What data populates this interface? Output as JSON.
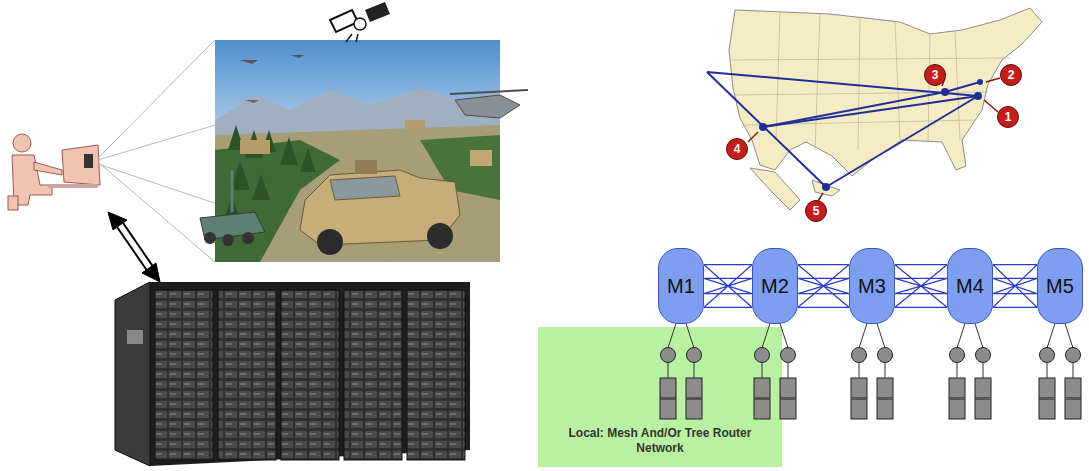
{
  "diagram": {
    "nodes": [
      {
        "text": [
          "3"
        ]
      },
      {
        "text": [
          "2"
        ]
      },
      {
        "text": [
          "1"
        ]
      },
      {
        "text": [
          "4"
        ]
      },
      {
        "text": [
          "5"
        ]
      },
      {
        "text": [
          "M1"
        ]
      },
      {
        "text": [
          "M2"
        ]
      },
      {
        "text": [
          "M3"
        ]
      },
      {
        "text": [
          "M4"
        ]
      },
      {
        "text": [
          "M5"
        ]
      },
      {
        "text": [
          "Local: Mesh And/Or Tree Router Network"
        ]
      }
    ],
    "edges": [
      {
        "from": 5,
        "to": 6,
        "arrow": "none"
      },
      {
        "from": 6,
        "to": 7,
        "arrow": "none"
      },
      {
        "from": 7,
        "to": 8,
        "arrow": "none"
      },
      {
        "from": 8,
        "to": 9,
        "arrow": "none"
      }
    ]
  }
}
